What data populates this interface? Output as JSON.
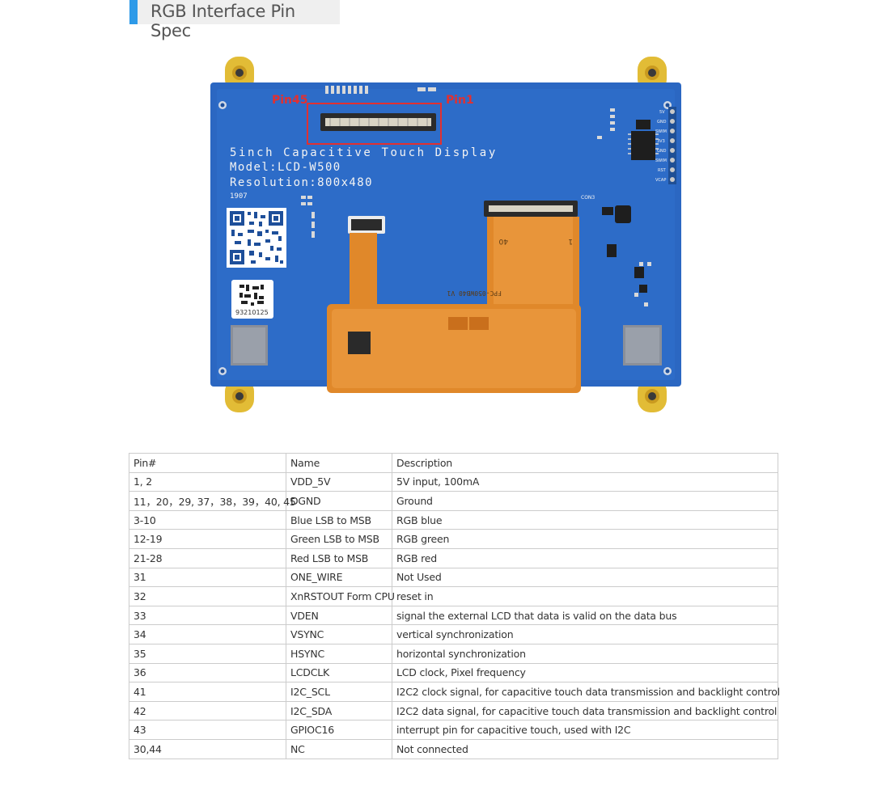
{
  "section": {
    "title": "RGB Interface Pin Spec"
  },
  "board": {
    "silk_line1": "5inch Capacitive Touch Display",
    "silk_line2": "Model:LCD-W500",
    "silk_line3": "Resolution:800x480",
    "date_code": "1907",
    "serial_sticker": "93210125",
    "pin45_label": "Pin45",
    "pin1_label": "Pin1",
    "fpc_text": "FPC-050WB40 V1",
    "con_label": "CON3",
    "fpc_pin_40": "40",
    "fpc_pin_1": "1",
    "side_labels": [
      "5V",
      "GND",
      "SWIM",
      "3V3",
      "GND",
      "SWIM",
      "RST",
      "VCAP"
    ],
    "colors": {
      "pcb": "#2b67c2",
      "pcb_dark": "#1e4f9a",
      "flex": "#e0882a",
      "highlight": "#e23030",
      "pad": "#e7c23c"
    }
  },
  "table": {
    "headers": [
      "Pin#",
      "Name",
      "Description"
    ],
    "rows": [
      [
        "1, 2",
        "VDD_5V",
        "5V input, 100mA"
      ],
      [
        "11，20，29, 37，38，39，40, 45",
        "DGND",
        "Ground"
      ],
      [
        "3-10",
        "Blue LSB to MSB",
        "RGB blue"
      ],
      [
        "12-19",
        "Green LSB to MSB",
        "RGB green"
      ],
      [
        "21-28",
        "Red LSB to MSB",
        "RGB red"
      ],
      [
        "31",
        "ONE_WIRE",
        "Not Used"
      ],
      [
        "32",
        "XnRSTOUT Form CPU",
        "reset in"
      ],
      [
        "33",
        "VDEN",
        "signal the external LCD that data is valid on the data bus"
      ],
      [
        "34",
        "VSYNC",
        "vertical synchronization"
      ],
      [
        "35",
        "HSYNC",
        "horizontal synchronization"
      ],
      [
        "36",
        "LCDCLK",
        "LCD clock, Pixel frequency"
      ],
      [
        "41",
        "I2C_SCL",
        "I2C2 clock signal, for capacitive touch data transmission and backlight control"
      ],
      [
        "42",
        "I2C_SDA",
        "I2C2 data signal, for capacitive touch data transmission and backlight control"
      ],
      [
        "43",
        "GPIOC16",
        "interrupt pin for capacitive touch, used with I2C"
      ],
      [
        "30,44",
        "NC",
        "Not connected"
      ]
    ]
  }
}
